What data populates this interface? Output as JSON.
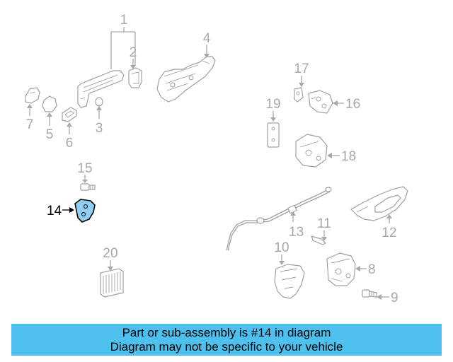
{
  "diagram": {
    "highlight_color": "#8fd0f2",
    "callouts": [
      "1",
      "2",
      "3",
      "4",
      "5",
      "6",
      "7",
      "8",
      "9",
      "10",
      "11",
      "12",
      "13",
      "14",
      "15",
      "16",
      "17",
      "18",
      "19",
      "20"
    ],
    "highlighted_callout": "14"
  },
  "banner": {
    "background": "#4ec0ee",
    "line1": "Part or sub-assembly is #14 in diagram",
    "line2": "Diagram may not be specific to your vehicle"
  }
}
